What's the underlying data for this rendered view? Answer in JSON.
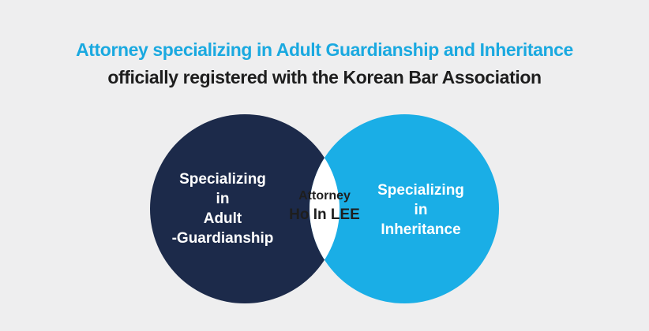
{
  "header": {
    "line1": "Attorney specializing in Adult Guardianship and Inheritance",
    "line2": "officially registered with the Korean Bar Association"
  },
  "venn": {
    "left": {
      "lines": [
        "Specializing",
        "in",
        "Adult",
        "-Guardianship"
      ],
      "color": "#1c2a4a"
    },
    "right": {
      "lines": [
        "Specializing",
        "in",
        "Inheritance"
      ],
      "color": "#1aaee6"
    },
    "center": {
      "title": "Attorney",
      "name": "Ho In LEE",
      "color": "#ffffff"
    }
  },
  "colors": {
    "background": "#eeeeef",
    "accent": "#1aa9e0",
    "text": "#1e1e1e"
  }
}
